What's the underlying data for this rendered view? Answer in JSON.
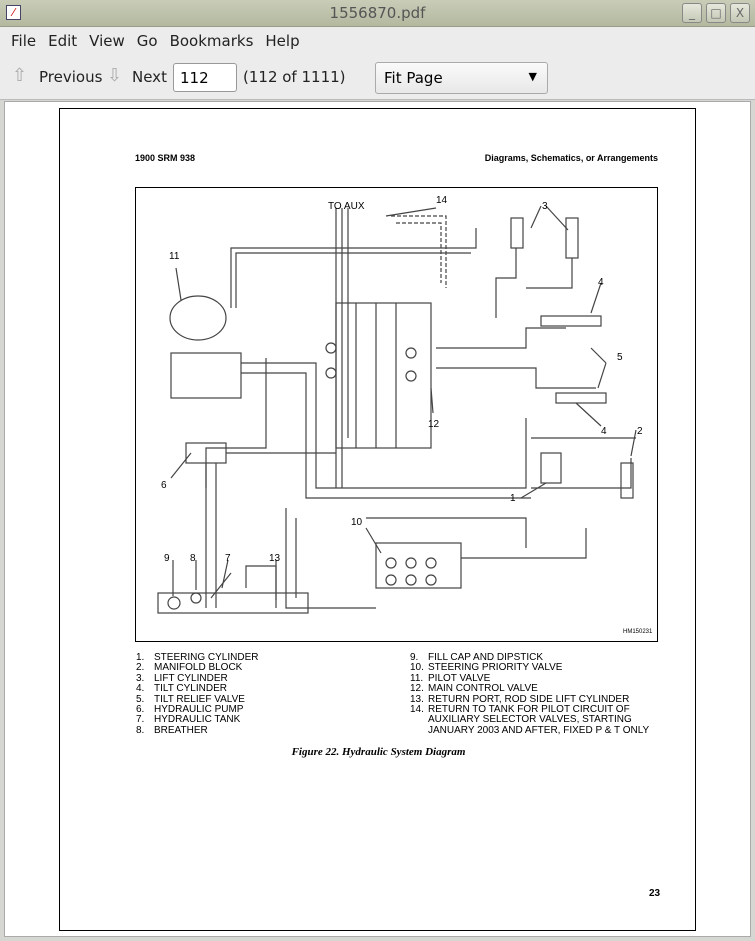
{
  "window": {
    "title": "1556870.pdf",
    "minimize": "_",
    "maximize": "□",
    "close": "X"
  },
  "menu": [
    "File",
    "Edit",
    "View",
    "Go",
    "Bookmarks",
    "Help"
  ],
  "toolbar": {
    "previous": "Previous",
    "next": "Next",
    "page_value": "112",
    "page_count": "(112 of 1111)",
    "zoom": "Fit Page"
  },
  "document": {
    "header_left": "1900 SRM 938",
    "header_right": "Diagrams, Schematics, or Arrangements",
    "diagram_labels": {
      "to_aux": "TO AUX",
      "c14": "14",
      "c3": "3",
      "c11": "11",
      "c4a": "4",
      "c5": "5",
      "c12": "12",
      "c4b": "4",
      "c2": "2",
      "c6": "6",
      "c1": "1",
      "c10": "10",
      "c9": "9",
      "c8": "8",
      "c7": "7",
      "c13": "13",
      "ref": "HM150231"
    },
    "legend_left": [
      [
        "1.",
        "STEERING CYLINDER"
      ],
      [
        "2.",
        "MANIFOLD BLOCK"
      ],
      [
        "3.",
        "LIFT CYLINDER"
      ],
      [
        "4.",
        "TILT CYLINDER"
      ],
      [
        "5.",
        "TILT RELIEF VALVE"
      ],
      [
        "6.",
        "HYDRAULIC PUMP"
      ],
      [
        "7.",
        "HYDRAULIC TANK"
      ],
      [
        "8.",
        "BREATHER"
      ]
    ],
    "legend_right": [
      [
        "9.",
        "FILL CAP AND DIPSTICK"
      ],
      [
        "10.",
        "STEERING PRIORITY VALVE"
      ],
      [
        "11.",
        "PILOT VALVE"
      ],
      [
        "12.",
        "MAIN CONTROL VALVE"
      ],
      [
        "13.",
        "RETURN PORT, ROD SIDE LIFT CYLINDER"
      ],
      [
        "14.",
        "RETURN TO TANK FOR PILOT CIRCUIT OF AUXILIARY SELECTOR VALVES, STARTING JANUARY 2003 AND AFTER, FIXED P & T ONLY"
      ]
    ],
    "caption": "Figure 22.  Hydraulic System Diagram",
    "page_number": "23"
  }
}
